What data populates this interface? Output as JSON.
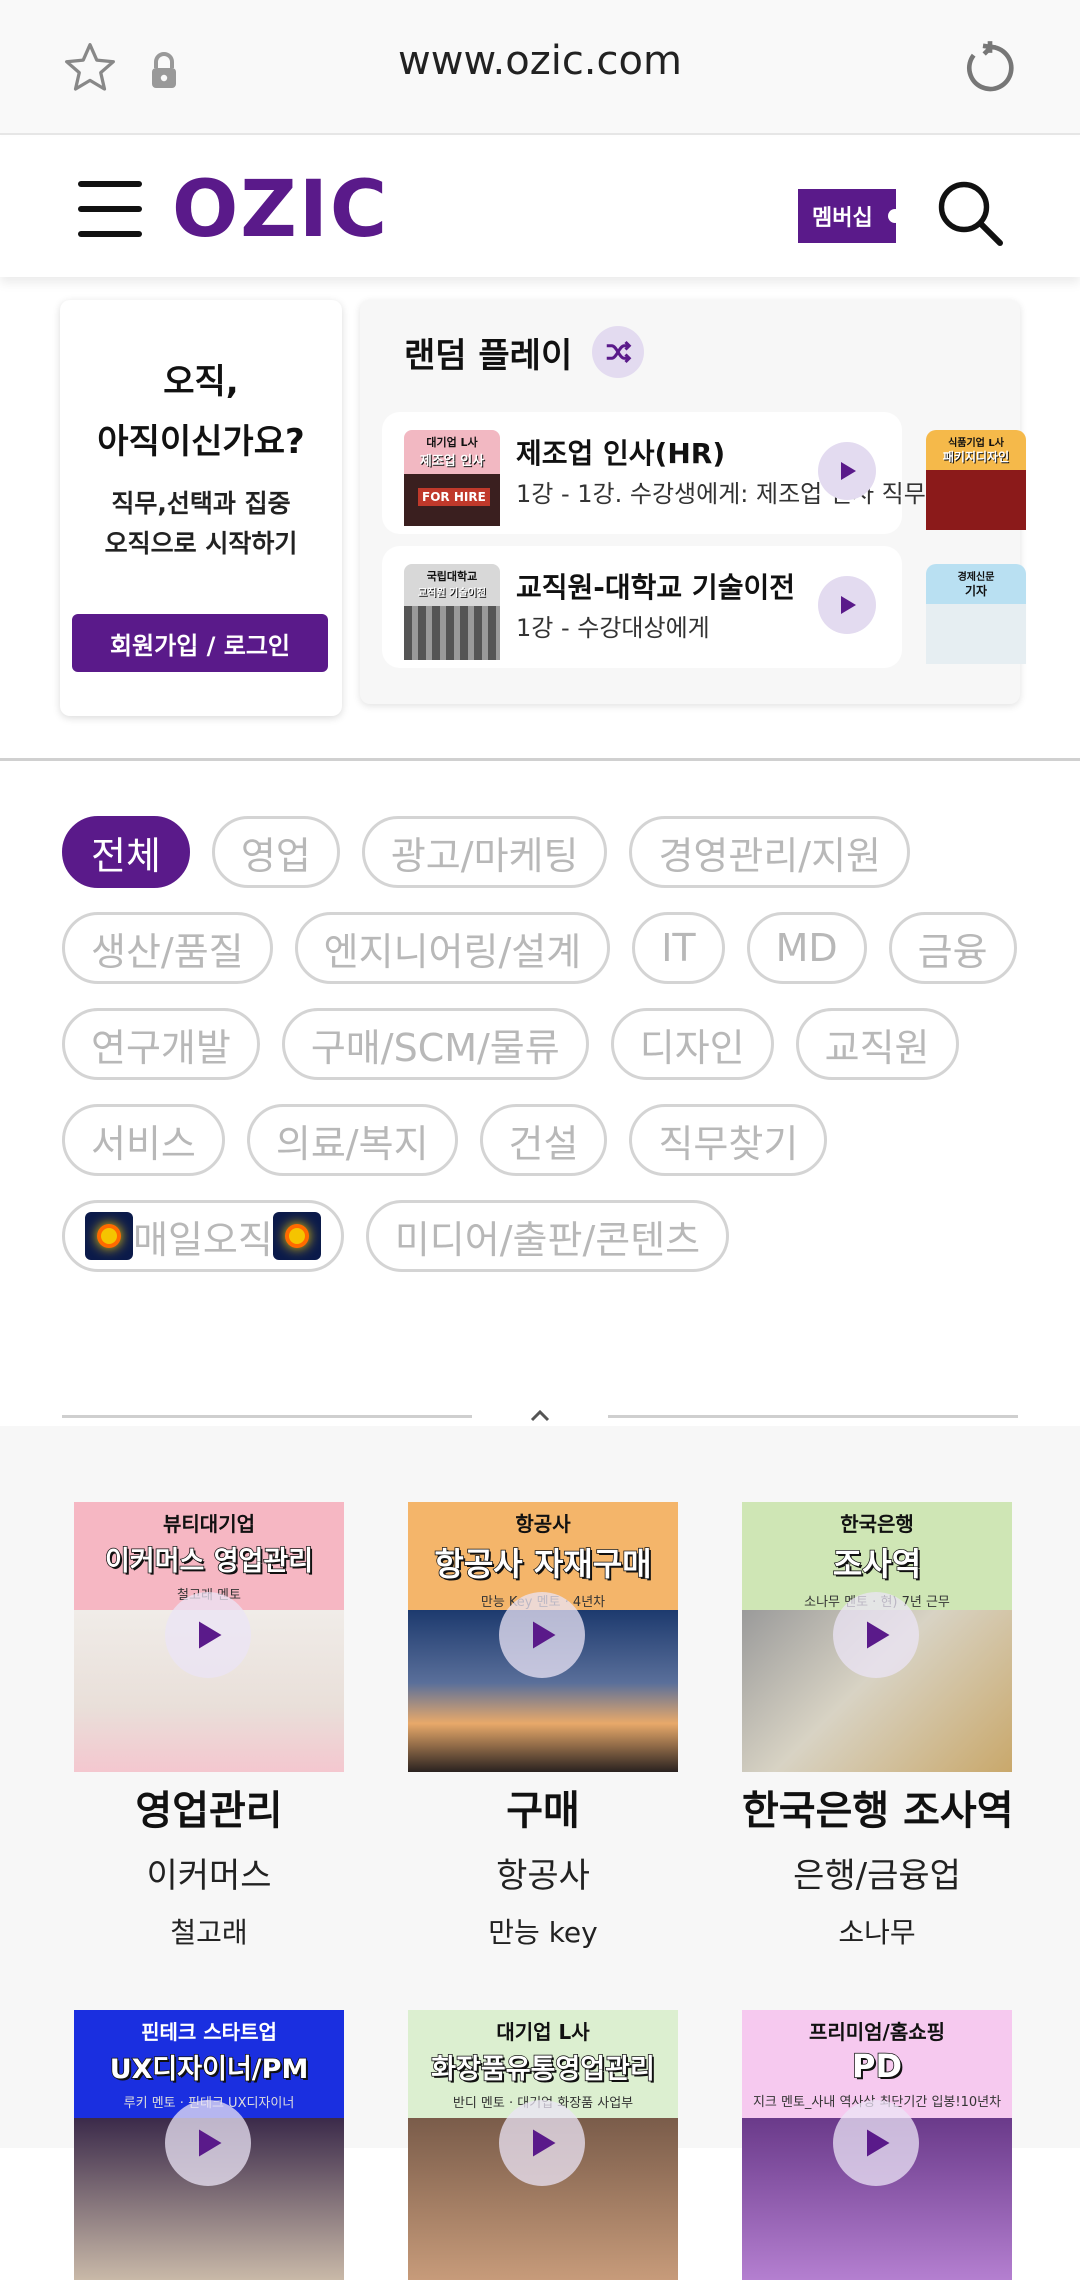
{
  "browser": {
    "url": "www.ozic.com"
  },
  "header": {
    "logo": "OZIC",
    "member_label": "멤버십"
  },
  "login_card": {
    "line1": "오직,",
    "line2": "아직이신가요?",
    "line3": "직무,선택과 집중",
    "line4": "오직으로 시작하기",
    "button": "회원가입 / 로그인"
  },
  "random_play": {
    "title": "랜덤 플레이",
    "items": [
      {
        "title": "제조업 인사(HR)",
        "sub": "1강 - 1강. 수강생에게: 제조업 인사 직무",
        "thumb_banner": "대기업 L사",
        "thumb_big": "제조업 인사",
        "thumb_sign": "FOR HIRE"
      },
      {
        "title": "교직원-대학교 기술이전",
        "sub": "1강 - 수강대상에게",
        "thumb_banner": "국립대학교",
        "thumb_big": "교직원 기술이전"
      }
    ],
    "peeks": [
      {
        "banner": "식품기업 L사",
        "big": "패키지디자인"
      },
      {
        "banner": "경제신문",
        "big": "기자"
      }
    ]
  },
  "categories": [
    {
      "label": "전체",
      "active": true
    },
    {
      "label": "영업"
    },
    {
      "label": "광고/마케팅"
    },
    {
      "label": "경영관리/지원"
    },
    {
      "label": "생산/품질"
    },
    {
      "label": "엔지니어링/설계"
    },
    {
      "label": "IT"
    },
    {
      "label": "MD"
    },
    {
      "label": "금융"
    },
    {
      "label": "연구개발"
    },
    {
      "label": "구매/SCM/물류"
    },
    {
      "label": "디자인"
    },
    {
      "label": "교직원"
    },
    {
      "label": "서비스"
    },
    {
      "label": "의료/복지"
    },
    {
      "label": "건설"
    },
    {
      "label": "직무찾기"
    },
    {
      "label": "매일오직",
      "emoji": true
    },
    {
      "label": "미디어/출판/콘텐츠"
    }
  ],
  "courses": [
    {
      "title": "영업관리",
      "category": "이커머스",
      "mentor": "철고래",
      "thumb_small": "뷰티대기업",
      "thumb_big": "이커머스 영업관리",
      "thumb_tiny": "철고래 멘토",
      "band_color": "#f6b7c3"
    },
    {
      "title": "구매",
      "category": "항공사",
      "mentor": "만능 key",
      "thumb_small": "항공사",
      "thumb_big": "항공사 자재구매",
      "thumb_tiny": "만능 Key 멘토 · 4년차",
      "band_color": "#f4b56a"
    },
    {
      "title": "한국은행 조사역",
      "category": "은행/금융업",
      "mentor": "소나무",
      "thumb_small": "한국은행",
      "thumb_big": "조사역",
      "thumb_tiny": "소나무 멘토 · 현) 7년 근무",
      "band_color": "#cfe6b5"
    },
    {
      "thumb_small": "핀테크 스타트업",
      "thumb_big": "UX디자이너/PM",
      "thumb_tiny": "루키 멘토 · 핀테크 UX디자이너",
      "band_color": "#1a2fe0"
    },
    {
      "thumb_small": "대기업 L사",
      "thumb_big": "화장품유통영업관리",
      "thumb_tiny": "반디 멘토 · 대기업 화장품 사업부",
      "band_color": "#dcefd0"
    },
    {
      "thumb_small": "프리미엄/홈쇼핑",
      "thumb_big": "PD",
      "thumb_tiny": "지크 멘토_사내 역사상 최단기간 입봉!10년차",
      "band_color": "#f6c9ef"
    }
  ]
}
